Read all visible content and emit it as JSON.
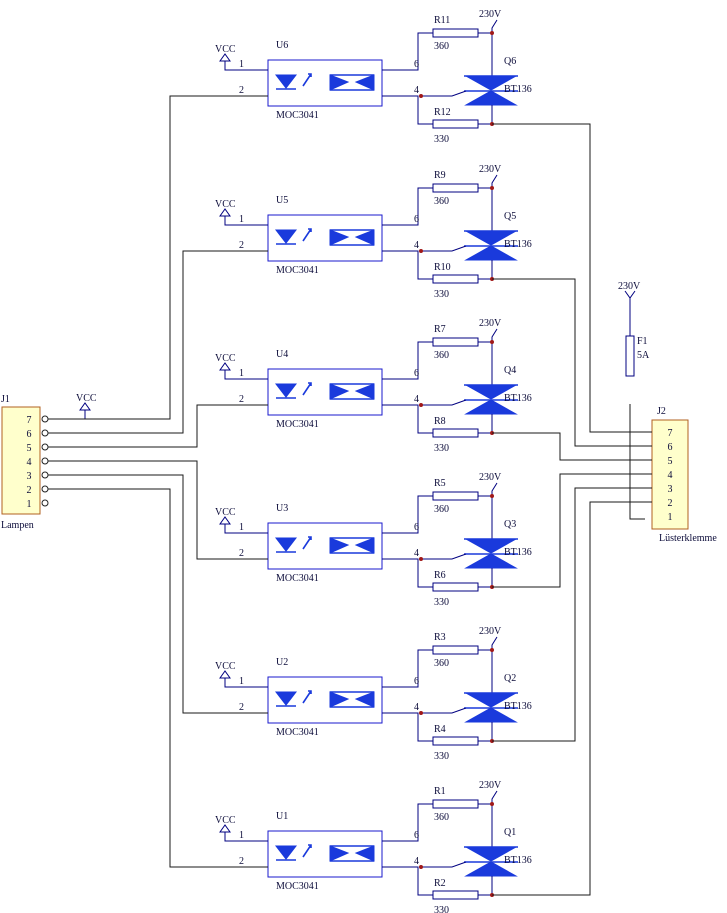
{
  "units": [
    {
      "ref": "U6",
      "part": "MOC3041",
      "vcc": "VCC",
      "pin1": "1",
      "pin2": "2",
      "pin6": "6",
      "pin4": "4",
      "ra": "R11",
      "ra_val": "360",
      "rb": "R12",
      "rb_val": "330",
      "q": "Q6",
      "q_part": "BT136",
      "supply": "230V"
    },
    {
      "ref": "U5",
      "part": "MOC3041",
      "vcc": "VCC",
      "pin1": "1",
      "pin2": "2",
      "pin6": "6",
      "pin4": "4",
      "ra": "R9",
      "ra_val": "360",
      "rb": "R10",
      "rb_val": "330",
      "q": "Q5",
      "q_part": "BT136",
      "supply": "230V"
    },
    {
      "ref": "U4",
      "part": "MOC3041",
      "vcc": "VCC",
      "pin1": "1",
      "pin2": "2",
      "pin6": "6",
      "pin4": "4",
      "ra": "R7",
      "ra_val": "360",
      "rb": "R8",
      "rb_val": "330",
      "q": "Q4",
      "q_part": "BT136",
      "supply": "230V"
    },
    {
      "ref": "U3",
      "part": "MOC3041",
      "vcc": "VCC",
      "pin1": "1",
      "pin2": "2",
      "pin6": "6",
      "pin4": "4",
      "ra": "R5",
      "ra_val": "360",
      "rb": "R6",
      "rb_val": "330",
      "q": "Q3",
      "q_part": "BT136",
      "supply": "230V"
    },
    {
      "ref": "U2",
      "part": "MOC3041",
      "vcc": "VCC",
      "pin1": "1",
      "pin2": "2",
      "pin6": "6",
      "pin4": "4",
      "ra": "R3",
      "ra_val": "360",
      "rb": "R4",
      "rb_val": "330",
      "q": "Q2",
      "q_part": "BT136",
      "supply": "230V"
    },
    {
      "ref": "U1",
      "part": "MOC3041",
      "vcc": "VCC",
      "pin1": "1",
      "pin2": "2",
      "pin6": "6",
      "pin4": "4",
      "ra": "R1",
      "ra_val": "360",
      "rb": "R2",
      "rb_val": "330",
      "q": "Q1",
      "q_part": "BT136",
      "supply": "230V"
    }
  ],
  "j1": {
    "ref": "J1",
    "name": "Lampen",
    "vcc": "VCC",
    "pins": [
      "7",
      "6",
      "5",
      "4",
      "3",
      "2",
      "1"
    ]
  },
  "j2": {
    "ref": "J2",
    "name": "Lüsterklemme",
    "pins": [
      "7",
      "6",
      "5",
      "4",
      "3",
      "2",
      "1"
    ]
  },
  "fuse": {
    "ref": "F1",
    "value": "5A",
    "supply": "230V"
  }
}
